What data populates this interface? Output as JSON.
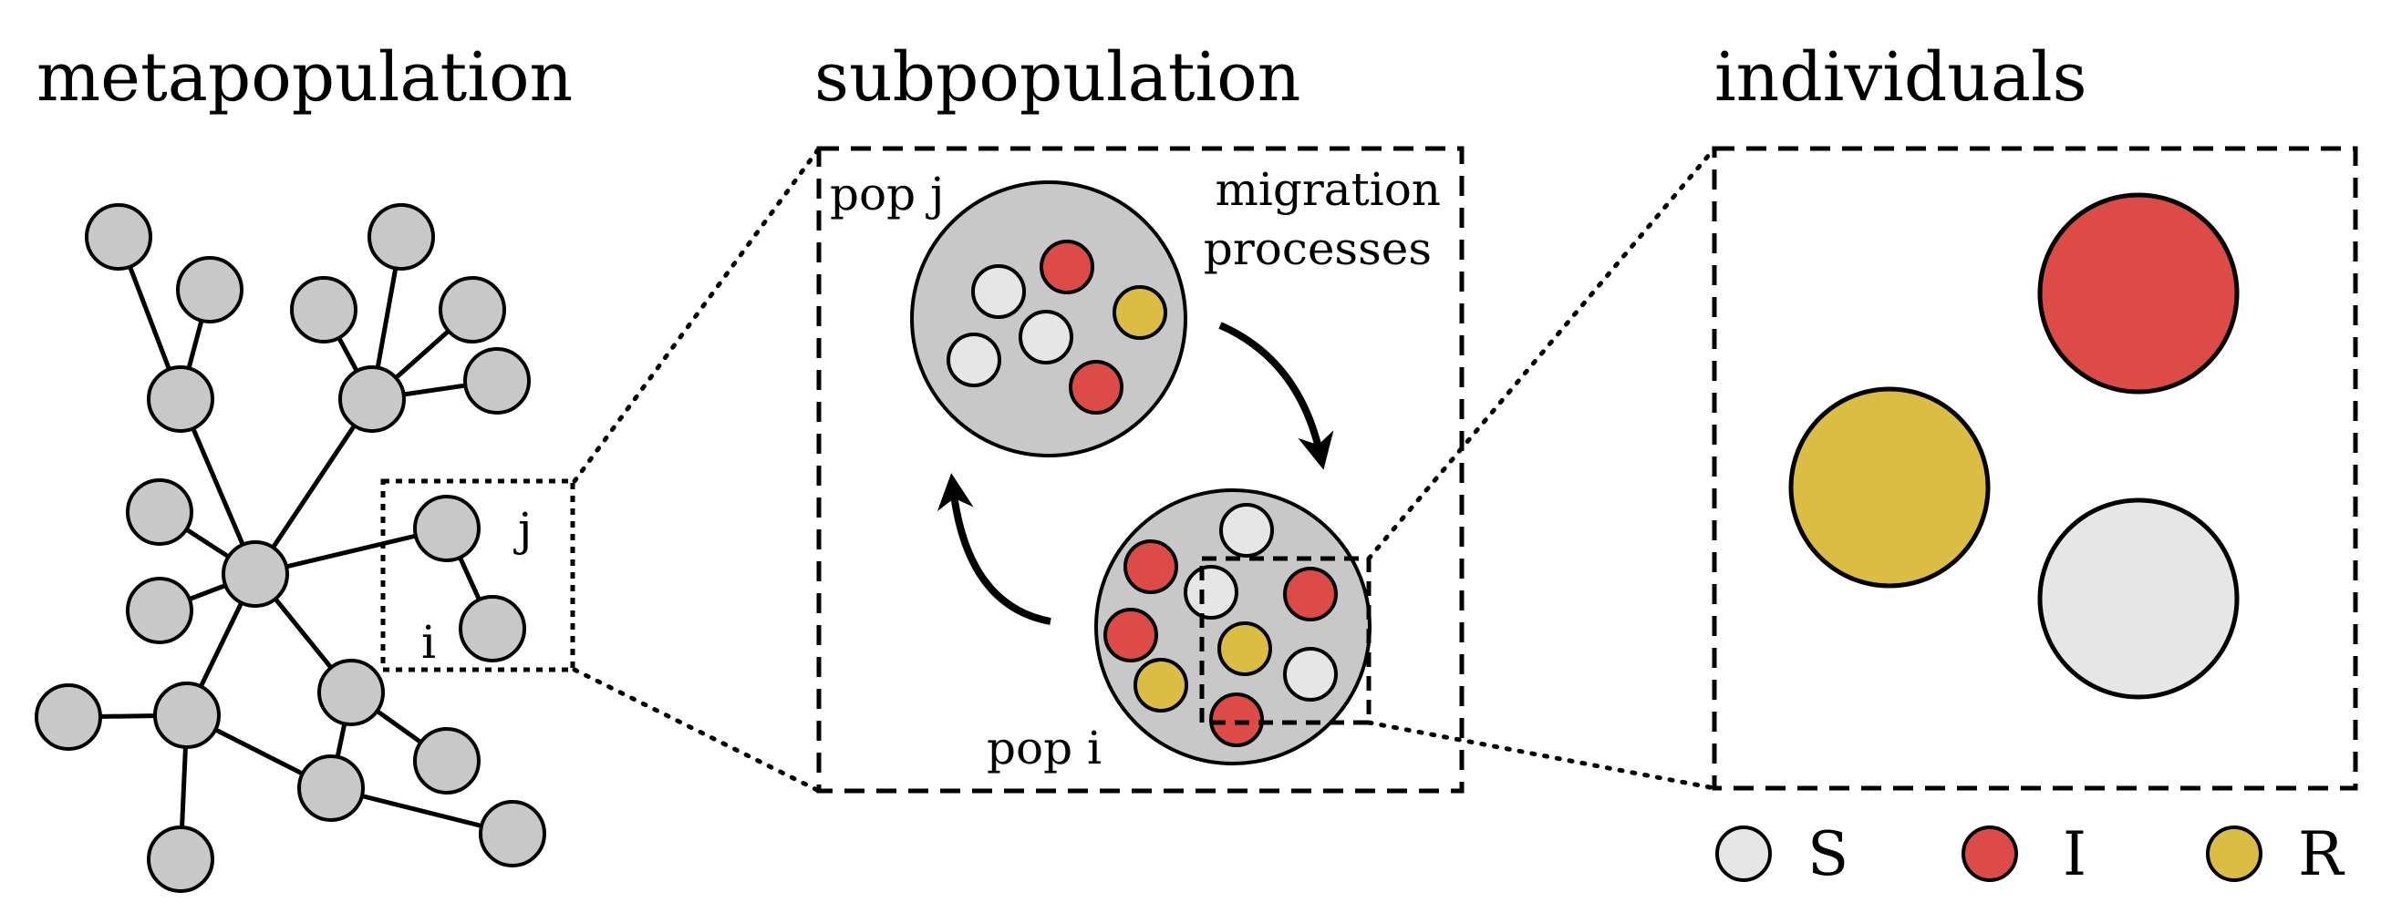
{
  "headings": {
    "metapopulation": "metapopulation",
    "subpopulation": "subpopulation",
    "individuals": "individuals"
  },
  "network_labels": {
    "node_j": "j",
    "node_i": "i"
  },
  "subpopulation_labels": {
    "pop_j": "pop j",
    "pop_i": "pop i",
    "migration_line1": "migration",
    "migration_line2": "processes"
  },
  "legend": [
    {
      "symbol": "S",
      "color": "#e6e6e6"
    },
    {
      "symbol": "I",
      "color": "#dc4b45"
    },
    {
      "symbol": "R",
      "color": "#dcbd44"
    }
  ],
  "colors": {
    "node": "#c8c8c8",
    "susceptible": "#e6e6e6",
    "infected": "#dc4b45",
    "recovered": "#dcbd44"
  }
}
